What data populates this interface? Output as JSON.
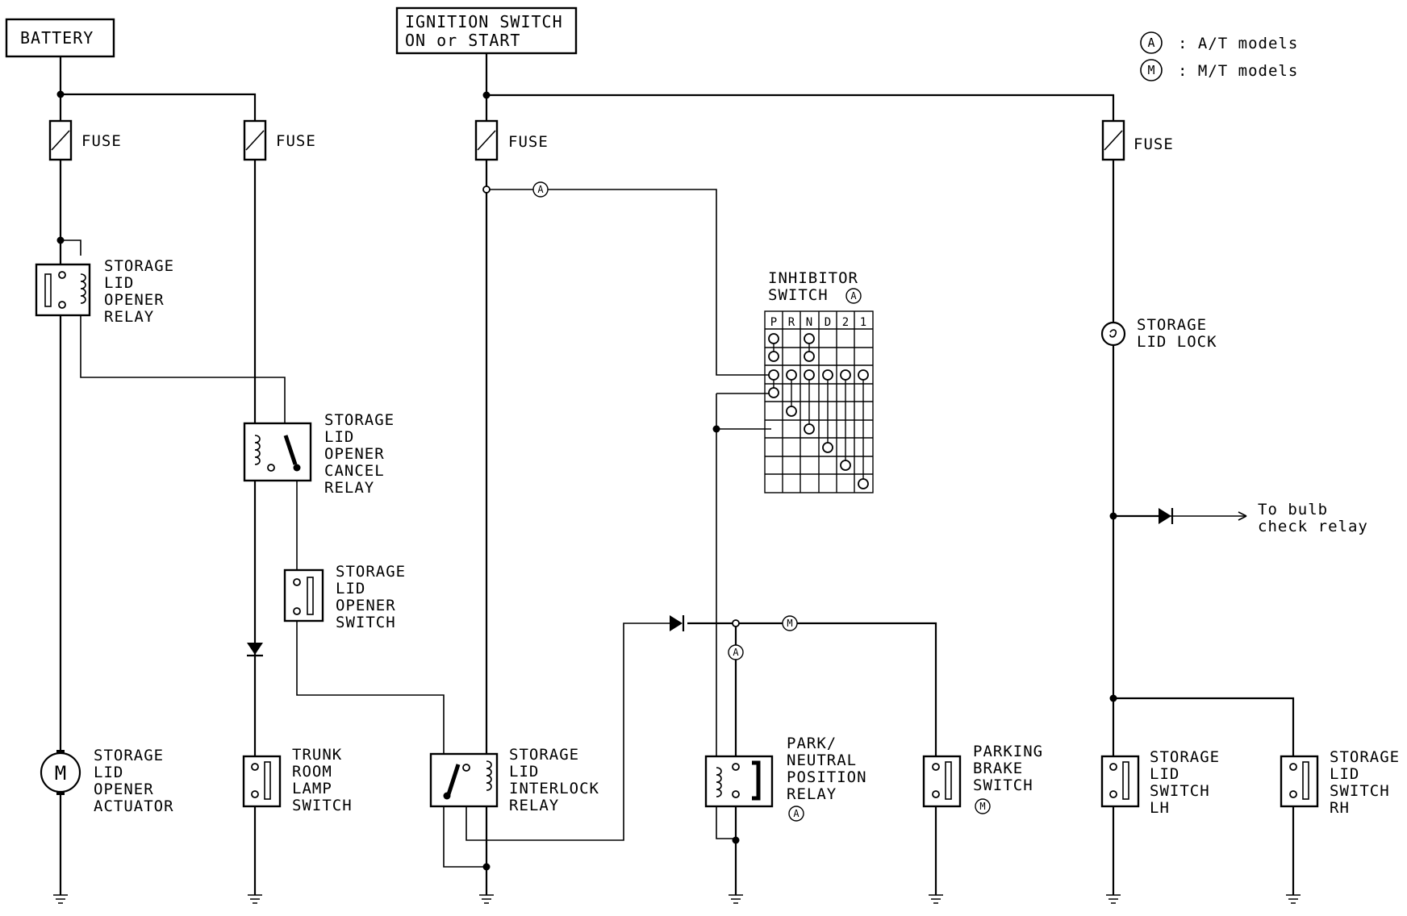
{
  "sources": {
    "battery": "BATTERY",
    "ignition_line1": "IGNITION SWITCH",
    "ignition_line2": "ON or START"
  },
  "legend": {
    "a_symbol": "A",
    "a_text": ":  A/T models",
    "m_symbol": "M",
    "m_text": ":  M/T models"
  },
  "fuse_label": "FUSE",
  "components": {
    "opener_relay": [
      "STORAGE",
      "LID",
      "OPENER",
      "RELAY"
    ],
    "cancel_relay": [
      "STORAGE",
      "LID",
      "OPENER",
      "CANCEL",
      "RELAY"
    ],
    "opener_switch": [
      "STORAGE",
      "LID",
      "OPENER",
      "SWITCH"
    ],
    "actuator": [
      "STORAGE",
      "LID",
      "OPENER",
      "ACTUATOR"
    ],
    "actuator_symbol": "M",
    "trunk_switch": [
      "TRUNK",
      "ROOM",
      "LAMP",
      "SWITCH"
    ],
    "interlock_relay": [
      "STORAGE",
      "LID",
      "INTERLOCK",
      "RELAY"
    ],
    "inhibitor_switch": [
      "INHIBITOR",
      "SWITCH"
    ],
    "inhibitor_positions": [
      "P",
      "R",
      "N",
      "D",
      "2",
      "1"
    ],
    "pn_relay": [
      "PARK/",
      "NEUTRAL",
      "POSITION",
      "RELAY"
    ],
    "parking_brake": [
      "PARKING",
      "BRAKE",
      "SWITCH"
    ],
    "lid_lock": [
      "STORAGE",
      "LID LOCK"
    ],
    "bulb_check": [
      "To bulb",
      "check relay"
    ],
    "switch_lh": [
      "STORAGE",
      "LID",
      "SWITCH",
      "LH"
    ],
    "switch_rh": [
      "STORAGE",
      "LID",
      "SWITCH",
      "RH"
    ]
  }
}
